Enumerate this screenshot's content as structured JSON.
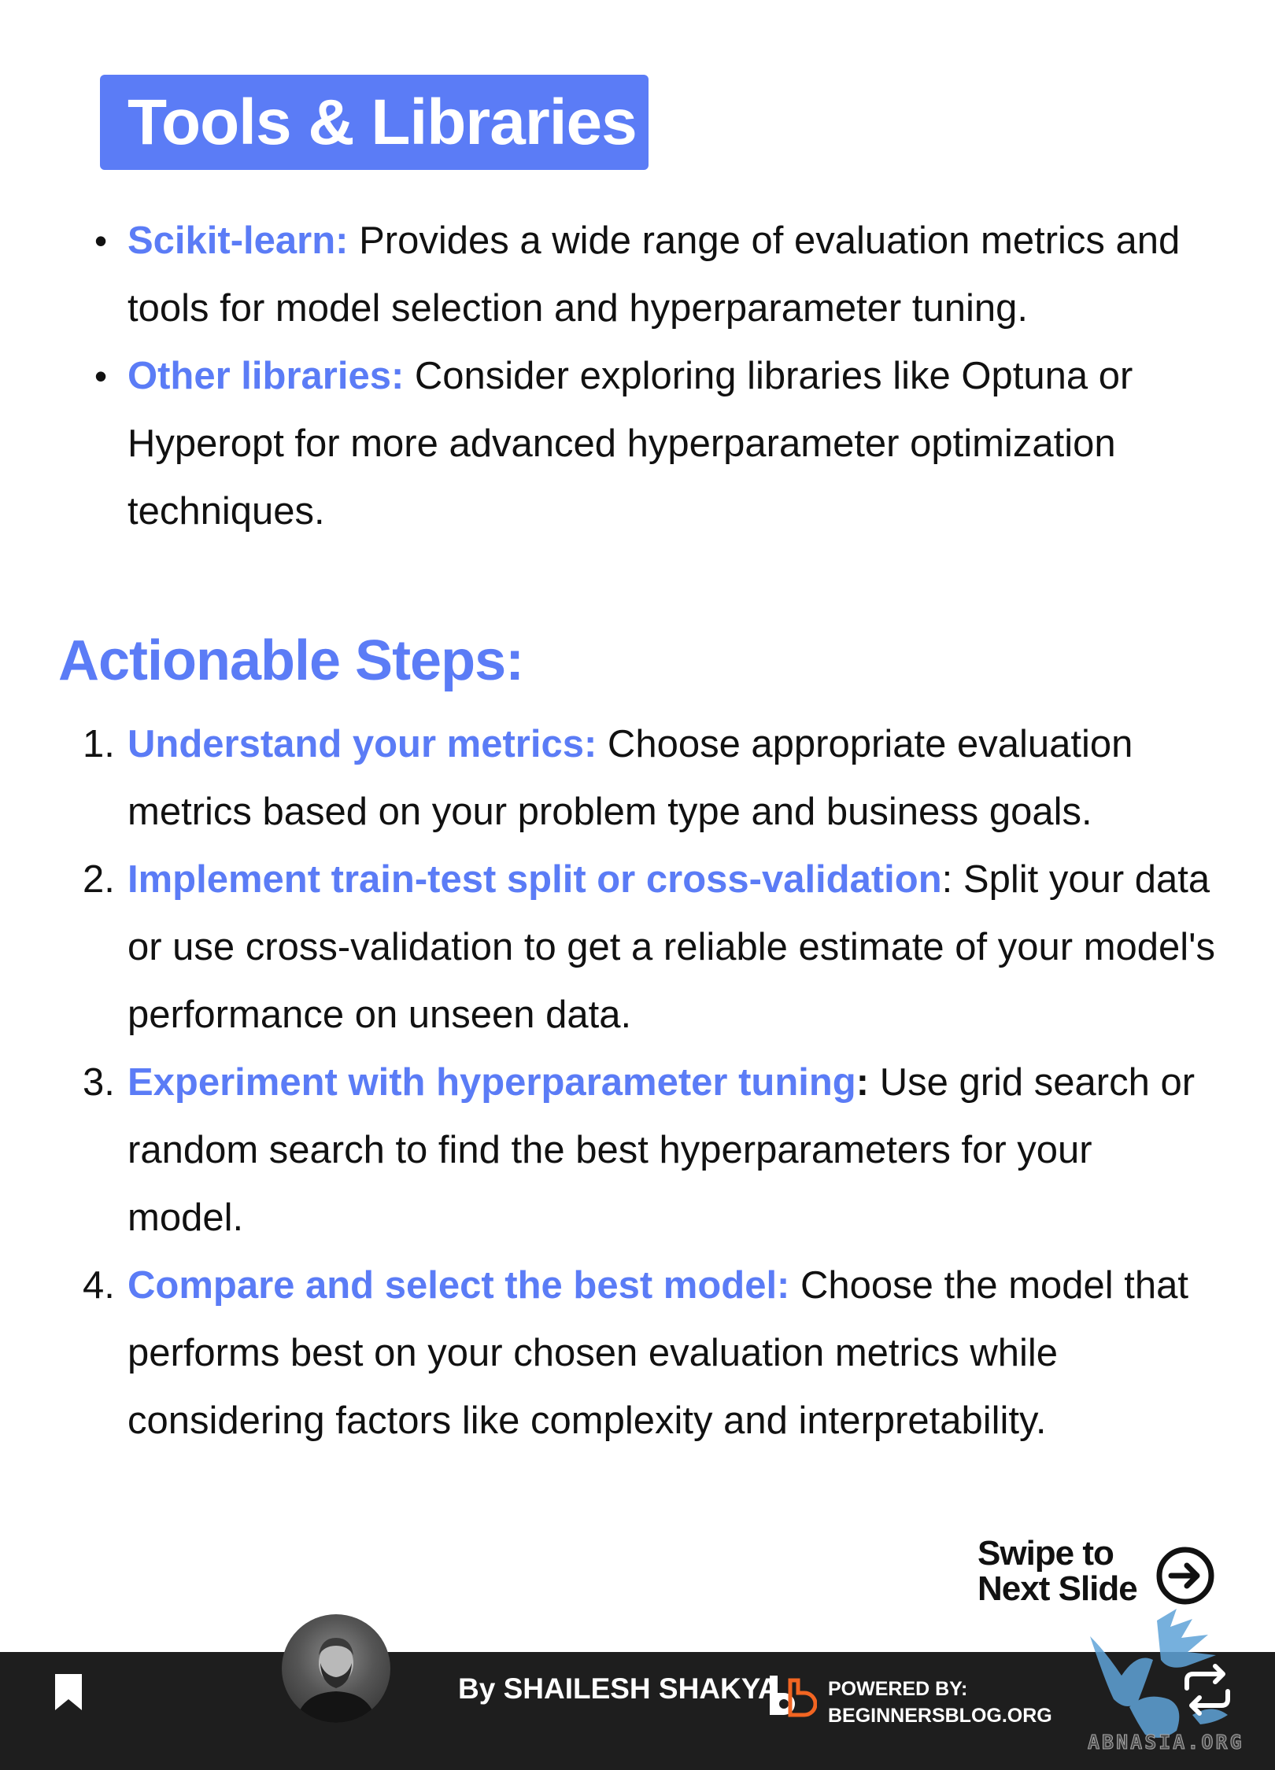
{
  "section_title": "Tools & Libraries",
  "tools": [
    {
      "name": "Scikit-learn:",
      "description": " Provides a wide range of evaluation metrics and tools for model selection and hyperparameter tuning."
    },
    {
      "name": "Other libraries:",
      "description": " Consider exploring libraries like Optuna or Hyperopt for more advanced hyperparameter optimization techniques."
    }
  ],
  "steps_heading": "Actionable Steps:",
  "steps": [
    {
      "number": "1.",
      "title": "Understand your metrics:",
      "separator": "",
      "description": " Choose appropriate evaluation metrics based on your problem type and business goals."
    },
    {
      "number": "2.",
      "title": "Implement train-test split or cross-validation",
      "separator": ":",
      "description": " Split your data or use cross-validation to get a reliable estimate of your model's performance on unseen data."
    },
    {
      "number": "3.",
      "title": "Experiment with hyperparameter tuning",
      "separator": ":",
      "description": " Use grid search or random search to find the best hyperparameters for your model."
    },
    {
      "number": "4.",
      "title": "Compare and select the best model:",
      "separator": "",
      "description": " Choose the model that performs best on your chosen evaluation metrics while considering factors like complexity and interpretability."
    }
  ],
  "swipe": {
    "line1": "Swipe to",
    "line2": "Next Slide",
    "icon": "arrow-right-circle-icon"
  },
  "footer": {
    "author": "By SHAILESH SHAKYA",
    "powered_by": "POWERED BY:",
    "site": "BEGINNERSBLOG.ORG",
    "watermark": "ABNASIA.ORG",
    "icons": [
      "bookmark-icon",
      "avatar",
      "beginnersblog-logo",
      "repost-icon"
    ]
  },
  "colors": {
    "accent": "#5b7cf6",
    "text": "#111111",
    "footer_bg": "#1e1e1e",
    "logo_orange": "#f26522"
  }
}
